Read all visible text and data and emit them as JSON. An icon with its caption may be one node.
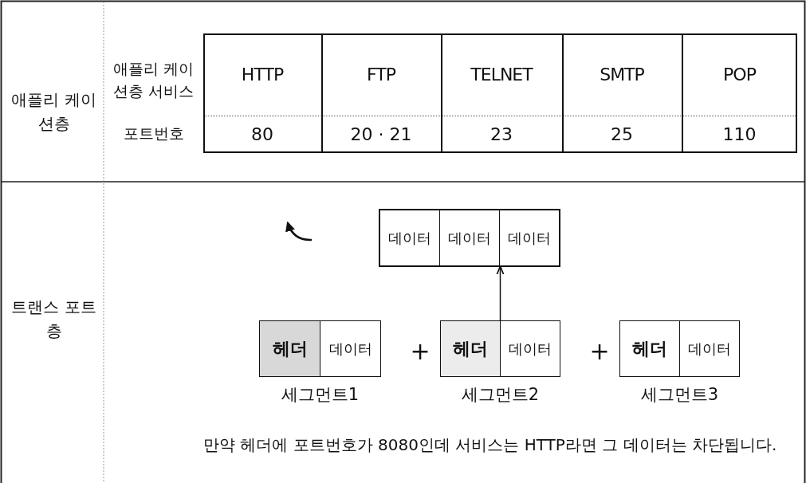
{
  "diagram": {
    "nodes": [
      {
        "text": [
          "데이터",
          "데이터",
          "데이터"
        ]
      },
      {
        "text": [
          "헤더",
          "데이터"
        ],
        "beside": [
          "세그먼트1"
        ]
      },
      {
        "text": [
          "헤더",
          "데이터"
        ],
        "beside": [
          "세그먼트2"
        ]
      },
      {
        "text": [
          "헤더",
          "데이터"
        ],
        "beside": [
          "세그먼트3"
        ]
      }
    ],
    "edges": [
      {
        "from": 2,
        "to": 0,
        "arrow": "to"
      }
    ],
    "labels": [
      "애플리 케이션층",
      "애플리 케이션층 서비스",
      "HTTP",
      "FTP",
      "TELNET",
      "SMTP",
      "POP",
      "포트번호",
      "80",
      "20 · 21",
      "23",
      "25",
      "110",
      "트랜스 포트층",
      "+",
      "+",
      "만약 헤더에 포트번호가 8080인데 서비스는 HTTP라면 그 데이터는 차단됩니다."
    ]
  }
}
